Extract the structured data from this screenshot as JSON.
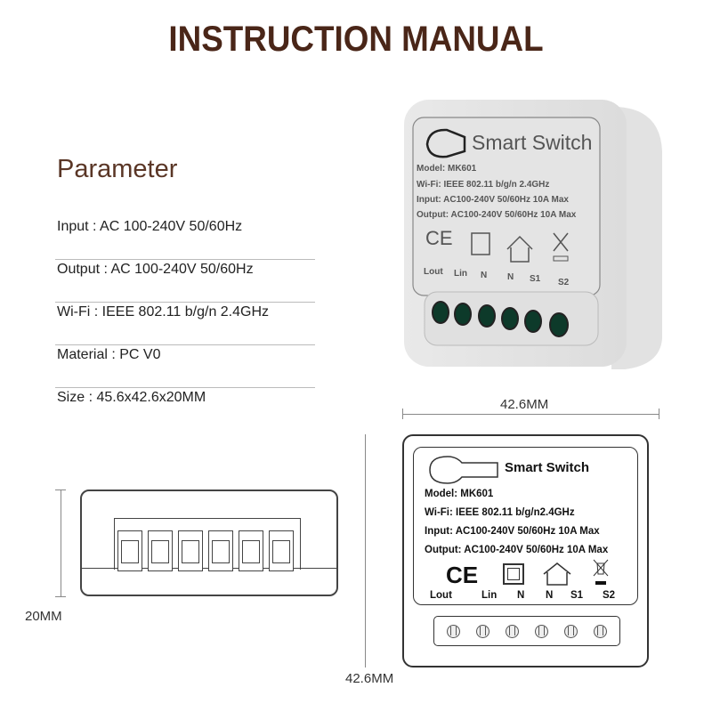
{
  "title": "INSTRUCTION MANUAL",
  "parameter": {
    "heading": "Parameter",
    "items": [
      "Input : AC 100-240V 50/60Hz",
      "Output : AC 100-240V 50/60Hz",
      "Wi-Fi : IEEE 802.11 b/g/n 2.4GHz",
      "Material : PC V0",
      "Size : 45.6x42.6x20MM"
    ]
  },
  "device_label": {
    "name": "Smart Switch",
    "model": "Model: MK601",
    "wifi": "Wi-Fi: IEEE 802.11 b/g/n2.4GHz",
    "input": "Input: AC100-240V 50/60Hz 10A Max",
    "output": "Output: AC100-240V 50/60Hz 10A Max",
    "ce": "CE",
    "terminals": [
      "Lout",
      "Lin",
      "N",
      "N",
      "S1",
      "S2"
    ]
  },
  "dimensions": {
    "width_top": "42.6MM",
    "height_left": "42.6MM",
    "depth": "20MM"
  },
  "colors": {
    "title": "#4a2618",
    "terminal": "#0d3a2a"
  }
}
